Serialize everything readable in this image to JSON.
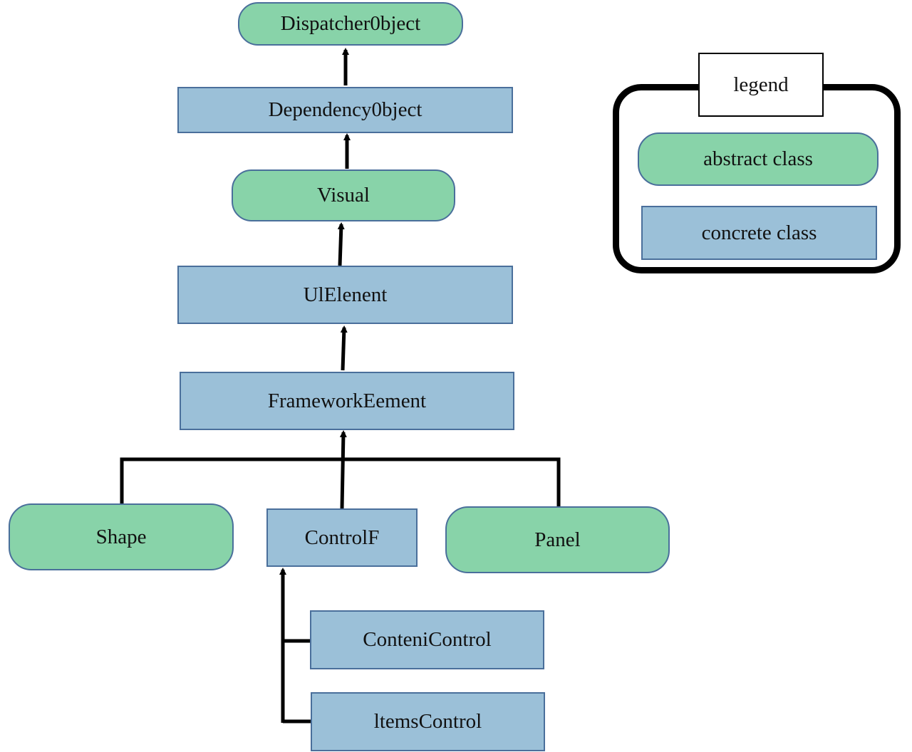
{
  "colors": {
    "abstract_fill": "#88d3a9",
    "concrete_fill": "#9bc0d8",
    "node_border": "#4a6f9b",
    "connector": "#000000"
  },
  "nodes": {
    "dispatcher_object": {
      "label": "Dispatcher0bject",
      "kind": "abstract"
    },
    "dependency_object": {
      "label": "Dependency0bject",
      "kind": "concrete"
    },
    "visual": {
      "label": "Visual",
      "kind": "abstract"
    },
    "ui_element": {
      "label": "UlElenent",
      "kind": "concrete"
    },
    "framework_element": {
      "label": "FrameworkEement",
      "kind": "concrete"
    },
    "shape": {
      "label": "Shape",
      "kind": "abstract"
    },
    "control": {
      "label": "ControlF",
      "kind": "concrete"
    },
    "panel": {
      "label": "Panel",
      "kind": "abstract"
    },
    "content_control": {
      "label": "ConteniControl",
      "kind": "concrete"
    },
    "items_control": {
      "label": "ltemsControl",
      "kind": "concrete"
    }
  },
  "legend": {
    "title": "legend",
    "abstract_label": "abstract class",
    "concrete_label": "concrete class"
  }
}
